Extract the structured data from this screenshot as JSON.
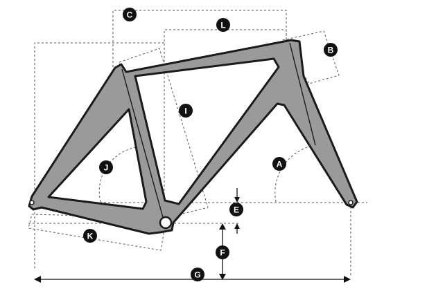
{
  "labels": {
    "a": "A",
    "b": "B",
    "c": "C",
    "e": "E",
    "f": "F",
    "g": "G",
    "i": "I",
    "j": "J",
    "k": "K",
    "l": "L"
  },
  "colors": {
    "frame_fill": "#9a9a9a",
    "frame_outline": "#1a1a1a",
    "dimension_lines": "#555555",
    "label_badge": "#111111",
    "label_text": "#ffffff"
  }
}
